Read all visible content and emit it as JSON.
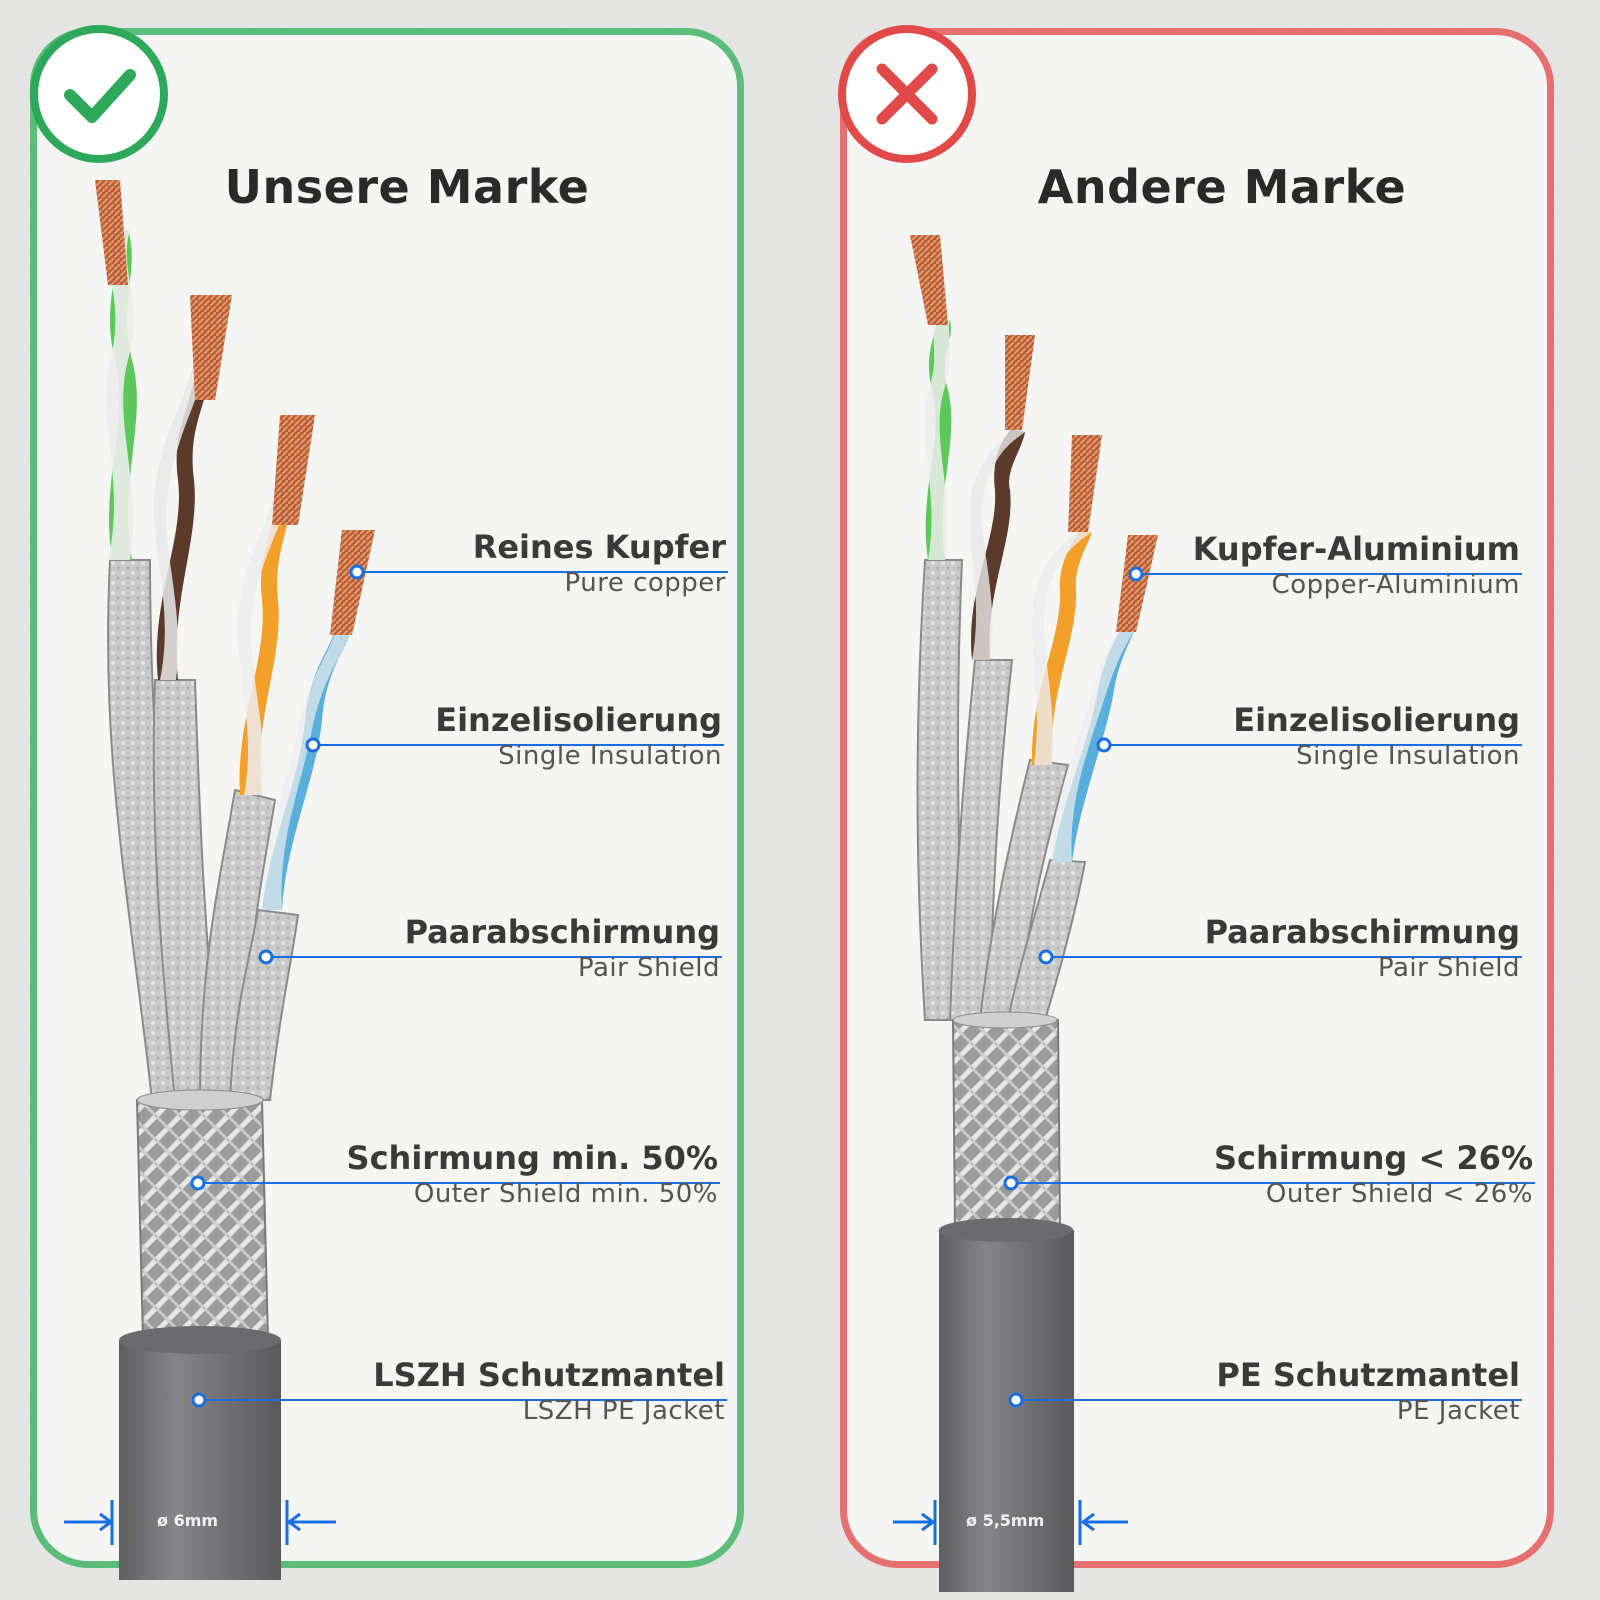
{
  "colors": {
    "good": "#5cbd7a",
    "good_icon": "#2ea85a",
    "bad": "#e67070",
    "bad_icon": "#e24a4a",
    "pointer": "#1a6fe0",
    "jacket": "#7a7a7c"
  },
  "left": {
    "badge_icon": "checkmark-icon",
    "title": "Unsere Marke",
    "diameter": "ø 6mm",
    "labels": [
      {
        "title": "Reines Kupfer",
        "subtitle": "Pure copper"
      },
      {
        "title": "Einzelisolierung",
        "subtitle": "Single Insulation"
      },
      {
        "title": "Paarabschirmung",
        "subtitle": "Pair Shield"
      },
      {
        "title": "Schirmung min. 50%",
        "subtitle": "Outer Shield min. 50%"
      },
      {
        "title": "LSZH Schutzmantel",
        "subtitle": "LSZH PE Jacket"
      }
    ]
  },
  "right": {
    "badge_icon": "cross-icon",
    "title": "Andere Marke",
    "diameter": "ø 5,5mm",
    "labels": [
      {
        "title": "Kupfer-Aluminium",
        "subtitle": "Copper-Aluminium"
      },
      {
        "title": "Einzelisolierung",
        "subtitle": "Single Insulation"
      },
      {
        "title": "Paarabschirmung",
        "subtitle": "Pair Shield"
      },
      {
        "title": "Schirmung < 26%",
        "subtitle": "Outer Shield < 26%"
      },
      {
        "title": "PE Schutzmantel",
        "subtitle": "PE Jacket"
      }
    ]
  }
}
